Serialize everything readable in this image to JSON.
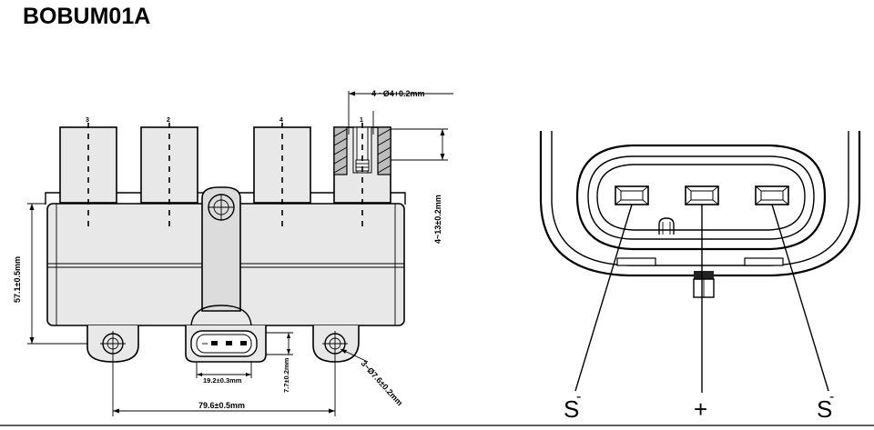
{
  "title": "BOBUM01A",
  "towers": [
    "3",
    "2",
    "4",
    "1"
  ],
  "dimensions": {
    "pin_hole": "4 ~Ø4+0.2mm",
    "tower_height": "4~13±0.2mm",
    "body_height": "57.1±0.5mm",
    "connector_width": "19.2±0.3mm",
    "connector_height": "7.7±0.2mm",
    "mount_hole": "3~Ø7.6±0.2mm",
    "mount_spacing": "79.6±0.5mm"
  },
  "pins": {
    "left": "S",
    "left_sup": "-",
    "center": "+",
    "right": "S",
    "right_sup": "-"
  }
}
